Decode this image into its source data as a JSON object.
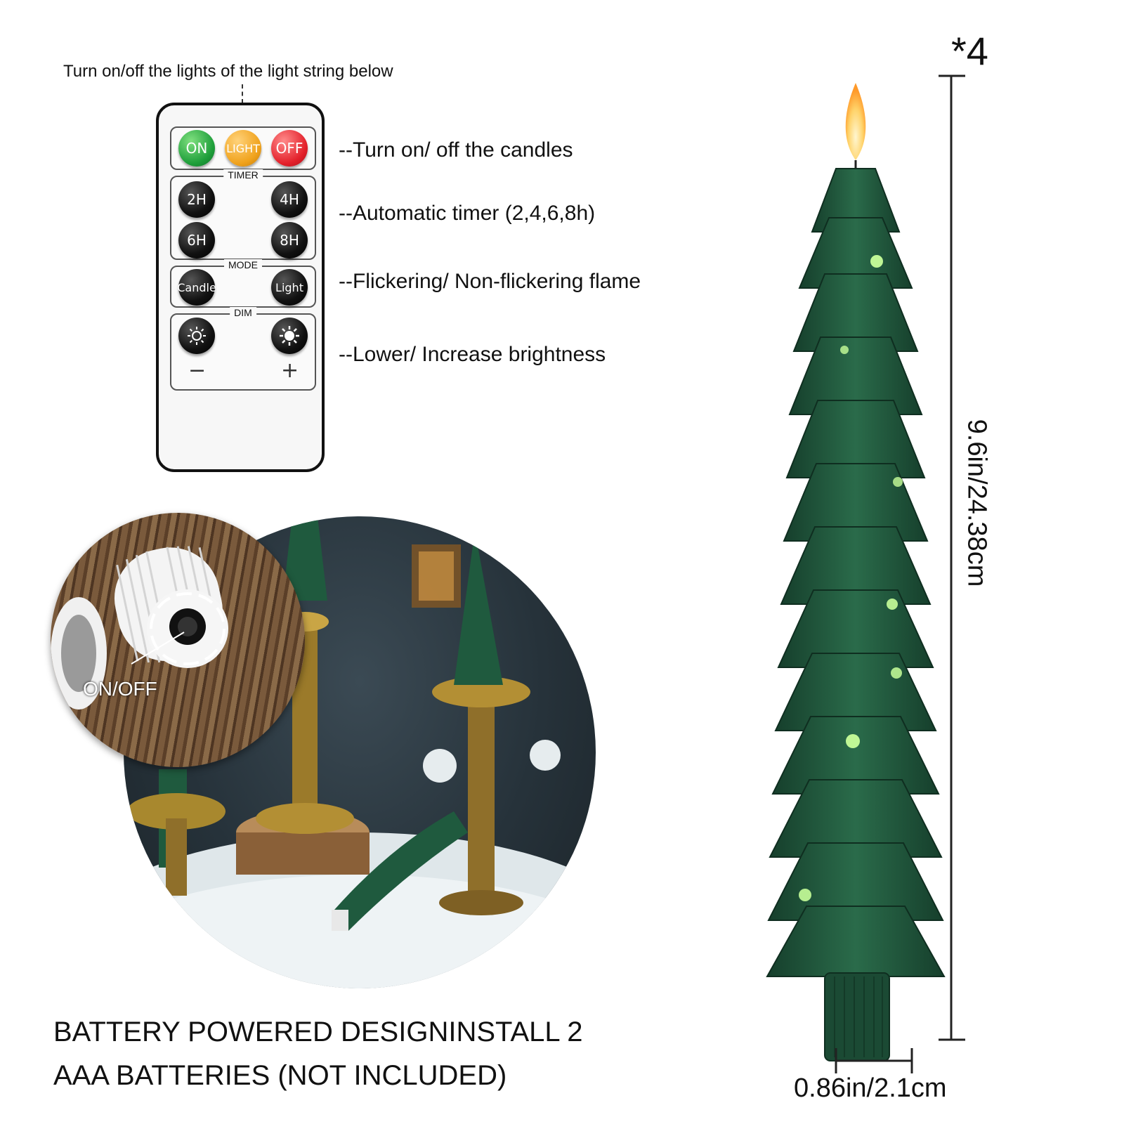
{
  "caption": {
    "top": "Turn on/off the lights of the light string below"
  },
  "remote": {
    "top_row": {
      "on": "ON",
      "light": "LIGHT",
      "off": "OFF"
    },
    "timer": {
      "title": "TIMER",
      "buttons": [
        "2H",
        "4H",
        "6H",
        "8H"
      ]
    },
    "mode": {
      "title": "MODE",
      "candle": "Candle",
      "light": "Light"
    },
    "dim": {
      "title": "DIM",
      "minus": "−",
      "plus": "+"
    }
  },
  "annotations": {
    "onoff": "--Turn on/ off the candles",
    "timer": "--Automatic timer (2,4,6,8h)",
    "mode": "--Flickering/ Non-flickering flame",
    "dim": "--Lower/ Increase brightness"
  },
  "photo": {
    "switch_label": "ON/OFF"
  },
  "battery": {
    "line1": "BATTERY POWERED DESIGNINSTALL 2",
    "line2": "AAA BATTERIES (NOT INCLUDED)"
  },
  "dimensions": {
    "quantity": "*4",
    "height": "9.6in/24.38cm",
    "width": "0.86in/2.1cm"
  },
  "colors": {
    "candle_green": "#1f5a3e",
    "flame": "#ffd36a",
    "led": "#c8ff9a"
  }
}
